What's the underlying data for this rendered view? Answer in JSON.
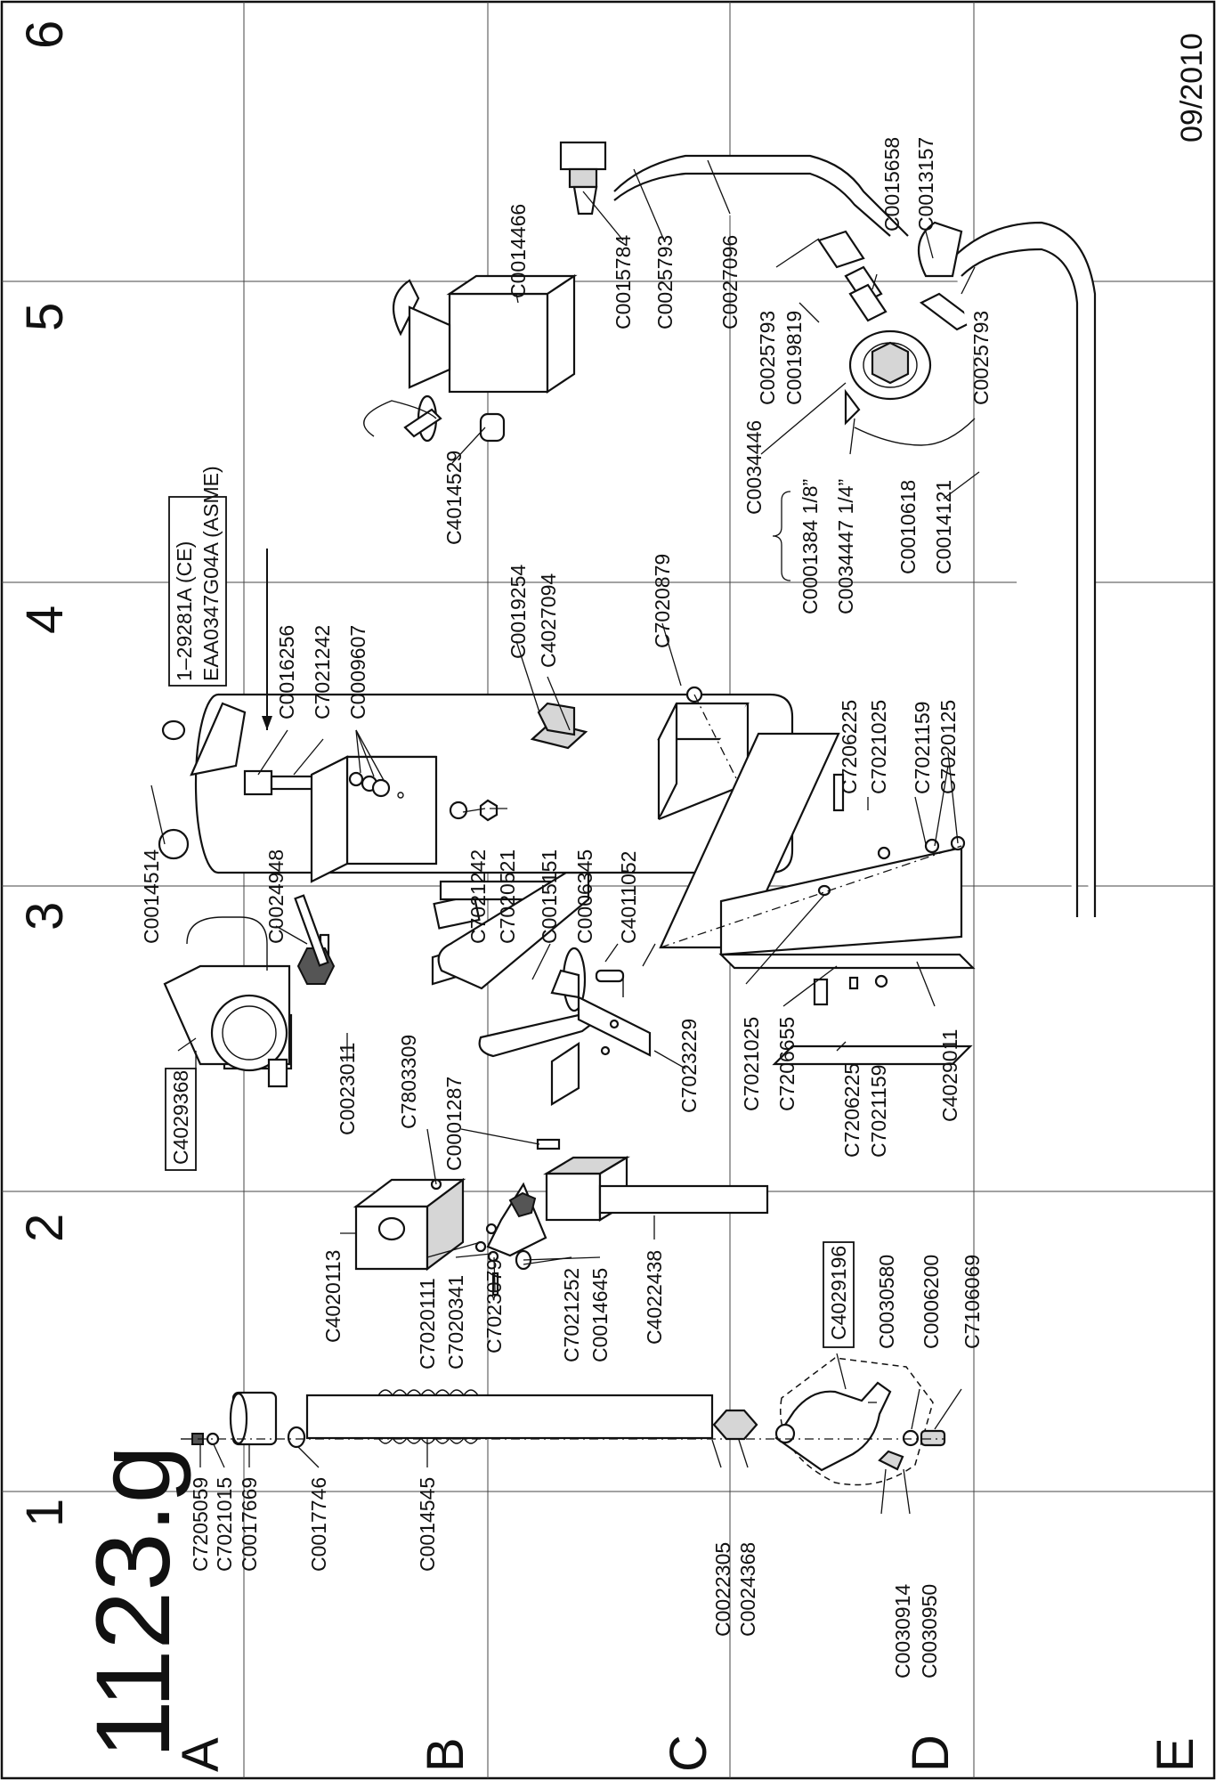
{
  "sheet": {
    "number": "1123.g",
    "date": "09/2010",
    "columns": [
      "1",
      "2",
      "3",
      "4",
      "5",
      "6"
    ],
    "rows": [
      "A",
      "B",
      "C",
      "D",
      "E"
    ]
  },
  "labels": {
    "C7205059": "C7205059",
    "C7021015": "C7021015",
    "C0017669": "C0017669",
    "C0017746": "C0017746",
    "C0014545": "C0014545",
    "C0022305": "C0022305",
    "C0024368": "C0024368",
    "C0030914": "C0030914",
    "C0030950": "C0030950",
    "C4029196": "C4029196",
    "C0030580": "C0030580",
    "C0006200": "C0006200",
    "C7106069": "C7106069",
    "C4020113": "C4020113",
    "C7020111": "C7020111",
    "C7020341": "C7020341",
    "C7023079": "C7023079",
    "C7021252": "C7021252",
    "C0014645": "C0014645",
    "C4022438": "C4022438",
    "C7803309": "C7803309",
    "C0001287": "C0001287",
    "C0023011": "C0023011",
    "C4029368": "C4029368",
    "C0014514": "C0014514",
    "C0024948": "C0024948",
    "C0015151": "C0015151",
    "C0006345": "C0006345",
    "C4011052": "C4011052",
    "C7023229": "C7023229",
    "C7021242_a": "C7021242",
    "C7020521": "C7020521",
    "C0016256": "C0016256",
    "C7021242_b": "C7021242",
    "C0009607": "C0009607",
    "C1_29281A": "1–29281A (CE)",
    "EAA0347G04A": "EAA0347G04A (ASME)",
    "C0019254": "C0019254",
    "C4027094": "C4027094",
    "C7020879": "C7020879",
    "C7021025_a": "C7021025",
    "C7206655": "C7206655",
    "C7206225_a": "C7206225",
    "C7021159_a": "C7021159",
    "C4029011": "C4029011",
    "C7206225_b": "C7206225",
    "C7021025_b": "C7021025",
    "C7021159_b": "C7021159",
    "C7020125": "C7020125",
    "C4014529": "C4014529",
    "C0014466": "C0014466",
    "C0034446": "C0034446",
    "C0001384": "C0001384  1/8”",
    "C0034447": "C0034447  1/4”",
    "C0010618": "C0010618",
    "C0014121": "C0014121",
    "C0015784": "C0015784",
    "C0025793_a": "C0025793",
    "C0027096": "C0027096",
    "C0025793_b": "C0025793",
    "C0019819": "C0019819",
    "C0015658": "C0015658",
    "C0013157": "C0013157",
    "C0025793_c": "C0025793"
  }
}
